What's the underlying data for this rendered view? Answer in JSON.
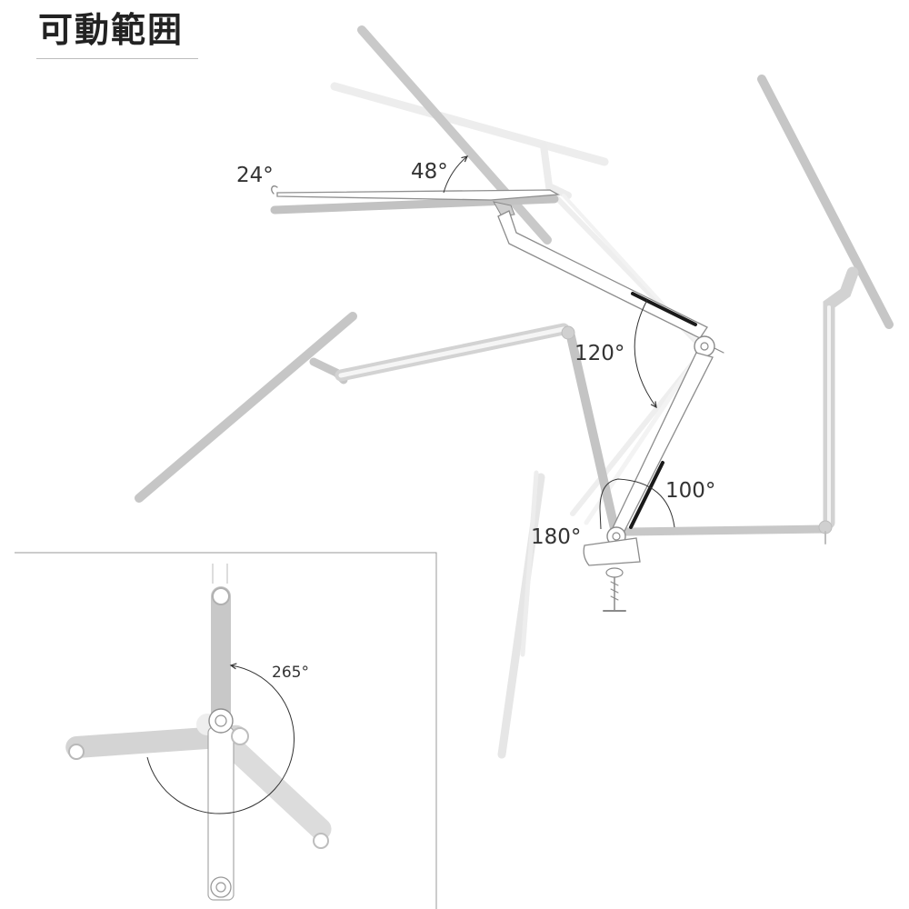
{
  "title": "可動範囲",
  "angles": {
    "head_tilt": "24°",
    "head_rotate": "48°",
    "elbow": "120°",
    "base_arm": "100°",
    "base_swing": "180°",
    "pivot_rotate": "265°"
  },
  "colors": {
    "arm_light": "#dcdcdc",
    "arm_mid": "#c4c4c4",
    "outline": "#9a9a9a",
    "dark_accent": "#1a1a1a"
  }
}
